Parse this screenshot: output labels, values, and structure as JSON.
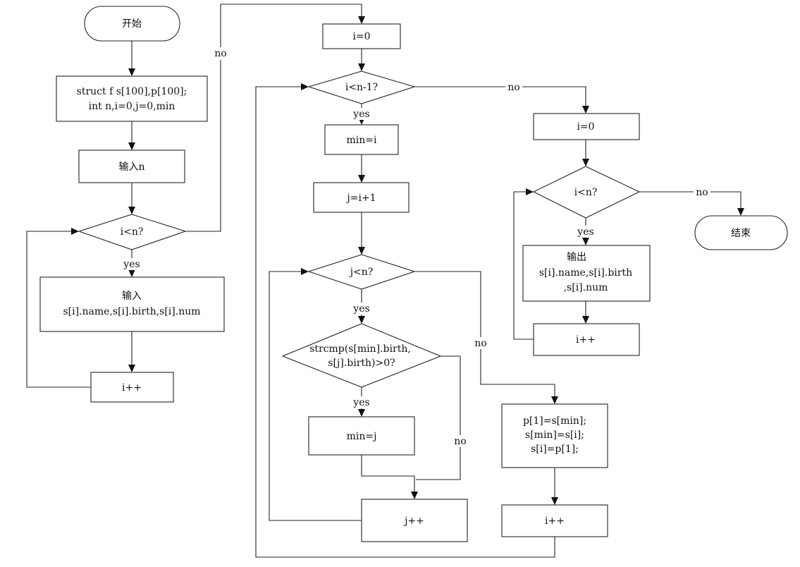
{
  "nodes": {
    "start": "开始",
    "declare": [
      "struct f s[100],p[100];",
      "int n,i=0,j=0,min"
    ],
    "input_n": "输入n",
    "cond_i_lt_n": "i<n?",
    "input_fields": [
      "输入",
      "s[i].name,s[i].birth,s[i].num"
    ],
    "inc_i_1": "i++",
    "init_i": "i=0",
    "cond_i_lt_n1": "i<n-1?",
    "min_eq_i": "min=i",
    "j_eq_i1": "j=i+1",
    "cond_j_lt_n": "j<n?",
    "cond_strcmp": [
      "strcmp(s[min].birth,",
      "s[j].birth)>0?"
    ],
    "min_eq_j": "min=j",
    "inc_j": "j++",
    "swap": [
      "p[1]=s[min];",
      "s[min]=s[i];",
      "s[i]=p[1];"
    ],
    "inc_i_2": "i++",
    "init_i_2": "i=0",
    "cond_i_lt_n_2": "i<n?",
    "output": [
      "输出",
      "s[i].name,s[i].birth",
      ",s[i].num"
    ],
    "inc_i_3": "i++",
    "end": "结束"
  },
  "edge_labels": {
    "yes": "yes",
    "no": "no"
  },
  "colors": {
    "stroke": "#222222",
    "fill": "#ffffff",
    "text": "#111111"
  }
}
